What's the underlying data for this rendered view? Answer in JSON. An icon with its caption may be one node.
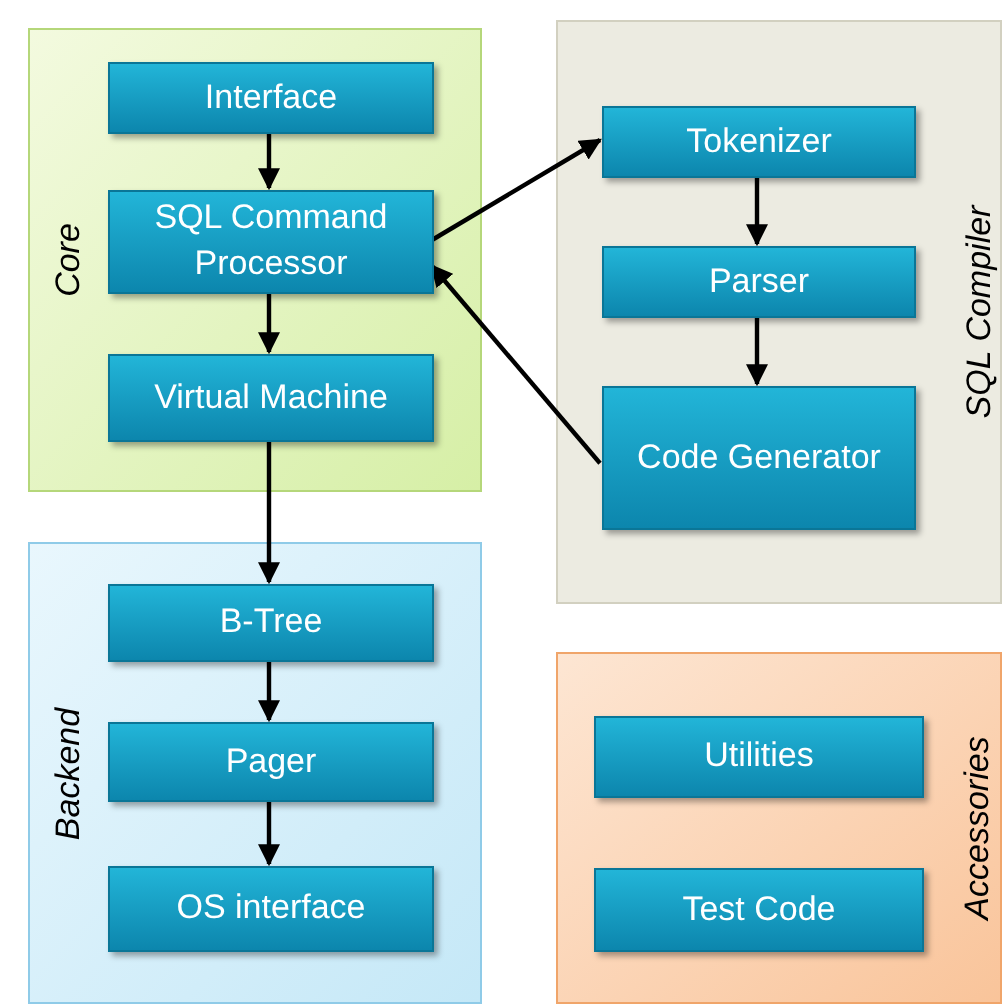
{
  "diagram": {
    "nodes": [
      {
        "text": [
          "Core"
        ]
      },
      {
        "text": [
          "Interface"
        ],
        "in": 0
      },
      {
        "text": [
          "SQL Command Processor"
        ],
        "in": 0
      },
      {
        "text": [
          "Virtual Machine"
        ],
        "in": 0
      },
      {
        "text": [
          "SQL Compiler"
        ]
      },
      {
        "text": [
          "Tokenizer"
        ],
        "in": 4
      },
      {
        "text": [
          "Parser"
        ],
        "in": 4
      },
      {
        "text": [
          "Code Generator"
        ],
        "in": 4
      },
      {
        "text": [
          "Backend"
        ]
      },
      {
        "text": [
          "B-Tree"
        ],
        "in": 8
      },
      {
        "text": [
          "Pager"
        ],
        "in": 8
      },
      {
        "text": [
          "OS interface"
        ],
        "in": 8
      },
      {
        "text": [
          "Accessories"
        ]
      },
      {
        "text": [
          "Utilities"
        ],
        "in": 12
      },
      {
        "text": [
          "Test Code"
        ],
        "in": 12
      }
    ],
    "edges": [
      {
        "from": 1,
        "to": 2,
        "arrow": "to"
      },
      {
        "from": 2,
        "to": 5,
        "arrow": "to"
      },
      {
        "from": 5,
        "to": 6,
        "arrow": "to"
      },
      {
        "from": 6,
        "to": 7,
        "arrow": "to"
      },
      {
        "from": 7,
        "to": 2,
        "arrow": "to"
      },
      {
        "from": 2,
        "to": 3,
        "arrow": "to"
      },
      {
        "from": 3,
        "to": 9,
        "arrow": "to"
      },
      {
        "from": 9,
        "to": 10,
        "arrow": "to"
      },
      {
        "from": 10,
        "to": 11,
        "arrow": "to"
      }
    ]
  }
}
